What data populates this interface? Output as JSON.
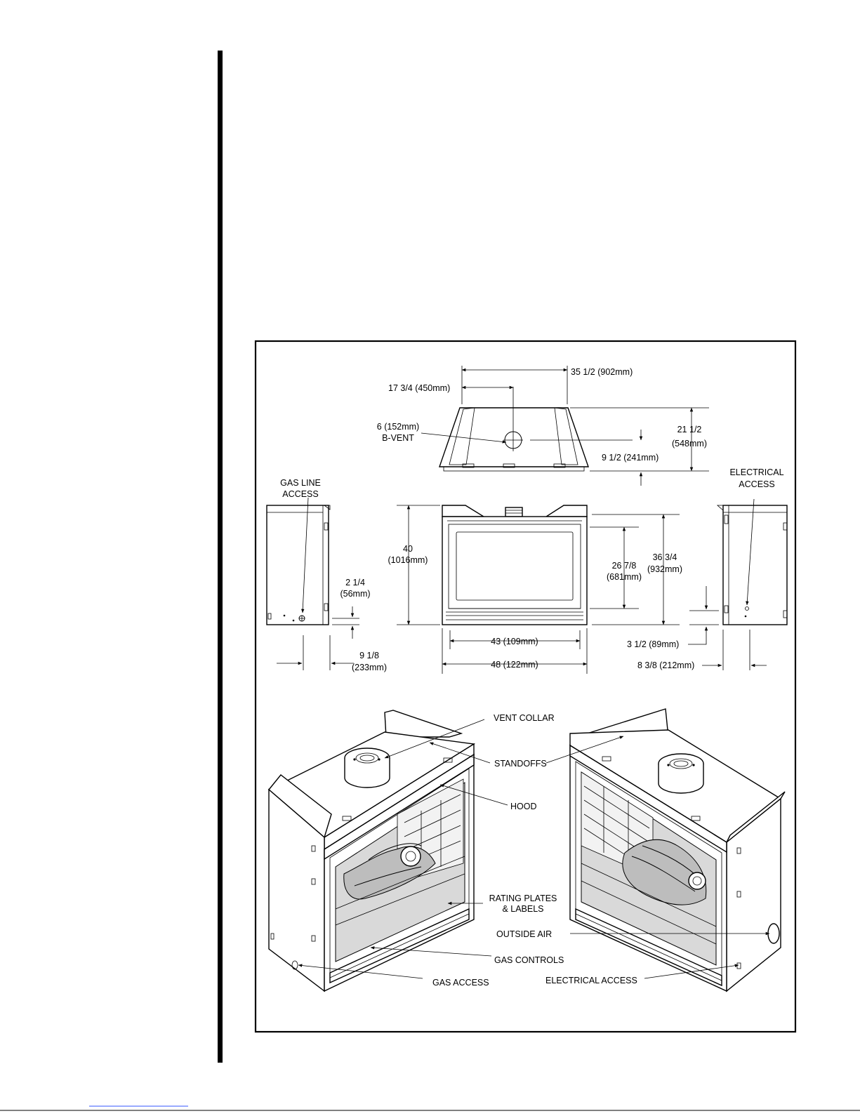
{
  "labels": {
    "top_view": {
      "width_overall": "35 1/2 (902mm)",
      "vent_center": "17 3/4 (450mm)",
      "vent_size_line1": "6 (152mm)",
      "vent_size_line2": "B-VENT",
      "depth_line1": "21 1/2",
      "depth_line2": "(548mm)",
      "vent_depth": "9 1/2 (241mm)"
    },
    "left_side": {
      "gas_line_access_line1": "GAS LINE",
      "gas_line_access_line2": "ACCESS",
      "gas_height_line1": "2 1/4",
      "gas_height_line2": "(56mm)",
      "gas_depth_line1": "9 1/8",
      "gas_depth_line2": "(233mm)"
    },
    "front_view": {
      "height_line1": "40",
      "height_line2": "(1016mm)",
      "opening_height_line1": "26 7/8",
      "opening_height_line2": "(681mm)",
      "frame_height_line1": "36 3/4",
      "frame_height_line2": "(932mm)",
      "opening_width": "43 (109mm)",
      "overall_width": "48 (122mm)"
    },
    "right_side": {
      "electrical_access_line1": "ELECTRICAL",
      "electrical_access_line2": "ACCESS",
      "elec_height": "3 1/2 (89mm)",
      "elec_depth": "8 3/8 (212mm)"
    },
    "iso_callouts": {
      "vent_collar": "VENT COLLAR",
      "standoffs": "STANDOFFS",
      "hood": "HOOD",
      "rating_plates_line1": "RATING PLATES",
      "rating_plates_line2": "& LABELS",
      "outside_air": "OUTSIDE AIR",
      "gas_controls": "GAS CONTROLS",
      "gas_access": "GAS ACCESS",
      "electrical_access": "ELECTRICAL ACCESS"
    }
  }
}
